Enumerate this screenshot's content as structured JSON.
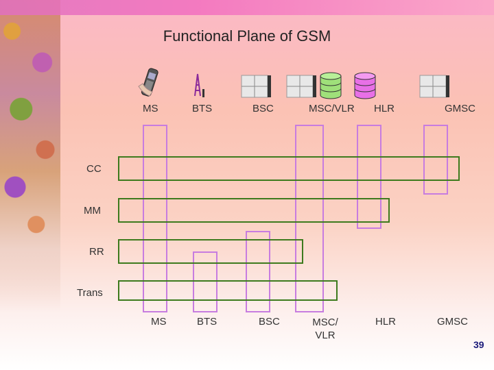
{
  "title": "Functional Plane of GSM",
  "top_labels": [
    "MS",
    "BTS",
    "BSC",
    "MSC/VLR",
    "HLR",
    "GMSC"
  ],
  "bottom_labels": [
    "MS",
    "BTS",
    "BSC",
    "MSC/ VLR",
    "HLR",
    "GMSC"
  ],
  "layers": [
    "CC",
    "MM",
    "RR",
    "Trans"
  ],
  "page_number": "39",
  "icons": [
    "mobile-phone-icon",
    "bts-tower-icon",
    "bsc-switch-icon",
    "msc-switch-icon",
    "msc-database-icon",
    "hlr-database-icon",
    "gmsc-switch-icon"
  ],
  "colors": {
    "layer_border": "#3d7a1d",
    "node_border": "#c77ce0",
    "db_green": "#9fe07a",
    "db_magenta": "#e870e6"
  }
}
